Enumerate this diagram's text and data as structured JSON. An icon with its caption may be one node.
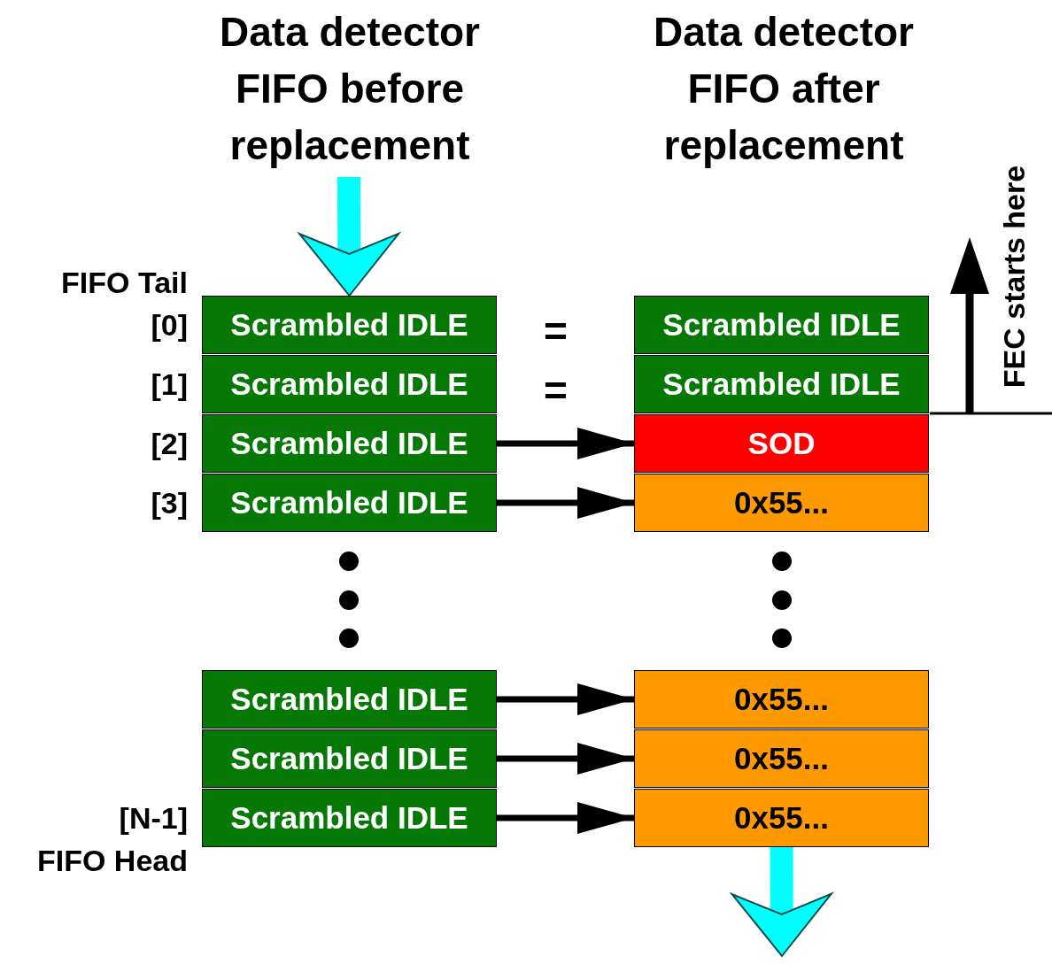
{
  "diagram": {
    "nodes": [
      {
        "text": [
          "Scrambled IDLE"
        ]
      },
      {
        "text": [
          "Scrambled IDLE"
        ]
      },
      {
        "text": [
          "Scrambled IDLE"
        ]
      },
      {
        "text": [
          "Scrambled IDLE"
        ]
      },
      {
        "text": [
          "Scrambled IDLE"
        ]
      },
      {
        "text": [
          "Scrambled IDLE"
        ]
      },
      {
        "text": [
          "Scrambled IDLE"
        ]
      },
      {
        "text": [
          "Scrambled IDLE"
        ]
      },
      {
        "text": [
          "Scrambled IDLE"
        ]
      },
      {
        "text": [
          "SOD"
        ]
      },
      {
        "text": [
          "0x55..."
        ]
      },
      {
        "text": [
          "0x55..."
        ]
      },
      {
        "text": [
          "0x55..."
        ]
      },
      {
        "text": [
          "0x55..."
        ]
      }
    ],
    "edges": [
      {
        "from": null,
        "to": 0,
        "arrow": "to",
        "style": "thick",
        "color": "#00ffff"
      },
      {
        "from": 2,
        "to": 9,
        "arrow": "to"
      },
      {
        "from": 3,
        "to": 10,
        "arrow": "to"
      },
      {
        "from": 4,
        "to": 11,
        "arrow": "to"
      },
      {
        "from": 5,
        "to": 12,
        "arrow": "to"
      },
      {
        "from": 6,
        "to": 13,
        "arrow": "to"
      },
      {
        "from": 13,
        "to": null,
        "arrow": "to",
        "style": "thick",
        "color": "#00ffff"
      }
    ],
    "labels": [
      "Data detector FIFO before replacement",
      "Data detector FIFO after replacement",
      "FIFO Tail",
      "[0]",
      "=",
      "[1]",
      "=",
      "[2]",
      "[3]",
      "[N-1]",
      "FIFO Head",
      "FEC starts here"
    ]
  }
}
